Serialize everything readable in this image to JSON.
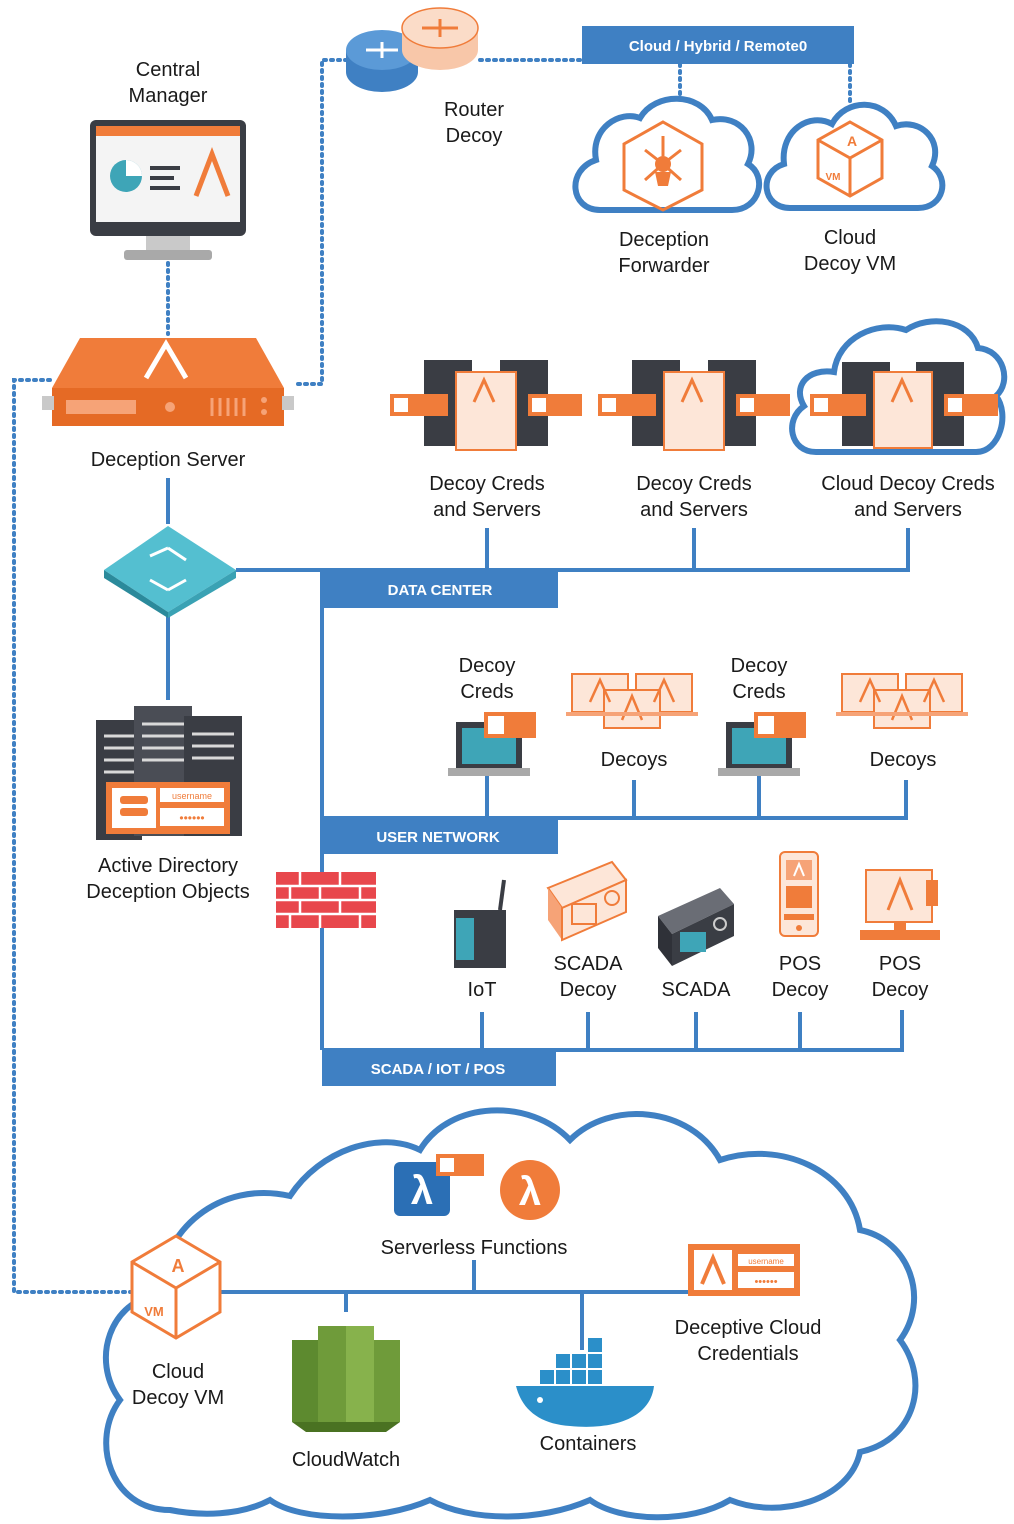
{
  "labels": {
    "central_manager": [
      "Central",
      "Manager"
    ],
    "router_decoy": [
      "Router",
      "Decoy"
    ],
    "cloud_bar": "Cloud / Hybrid / Remote0",
    "deception_forwarder": [
      "Deception",
      "Forwarder"
    ],
    "cloud_decoy_vm_top": [
      "Cloud",
      "Decoy VM"
    ],
    "deception_server": "Deception Server",
    "decoy_creds_servers_1": [
      "Decoy Creds",
      "and Servers"
    ],
    "decoy_creds_servers_2": [
      "Decoy Creds",
      "and Servers"
    ],
    "cloud_decoy_creds_servers": [
      "Cloud Decoy Creds",
      "and Servers"
    ],
    "data_center": "DATA CENTER",
    "decoy_creds_1": [
      "Decoy",
      "Creds"
    ],
    "decoys_1": "Decoys",
    "decoy_creds_2": [
      "Decoy",
      "Creds"
    ],
    "decoys_2": "Decoys",
    "user_network": "USER NETWORK",
    "active_directory": [
      "Active Directory",
      "Deception Objects"
    ],
    "iot": "IoT",
    "scada_decoy": [
      "SCADA",
      "Decoy"
    ],
    "scada": "SCADA",
    "pos_decoy_1": [
      "POS",
      "Decoy"
    ],
    "pos_decoy_2": [
      "POS",
      "Decoy"
    ],
    "scada_bar": "SCADA / IOT / POS",
    "serverless": "Serverless Functions",
    "deceptive_cloud_creds": [
      "Deceptive Cloud",
      "Credentials"
    ],
    "cloud_decoy_vm_bottom": [
      "Cloud",
      "Decoy VM"
    ],
    "cloudwatch": "CloudWatch",
    "containers": "Containers"
  },
  "icon_text": {
    "username": "username",
    "password_dots": "••••••",
    "vm": "VM",
    "lambda": "λ",
    "logo_a": "A"
  },
  "colors": {
    "accent_blue": "#3f80c3",
    "orange": "#f07c3a",
    "dark_gray": "#3a3d44",
    "teal": "#3ea5b7",
    "firewall_red": "#e8474c",
    "cloudwatch_green": "#6f9b3a"
  }
}
